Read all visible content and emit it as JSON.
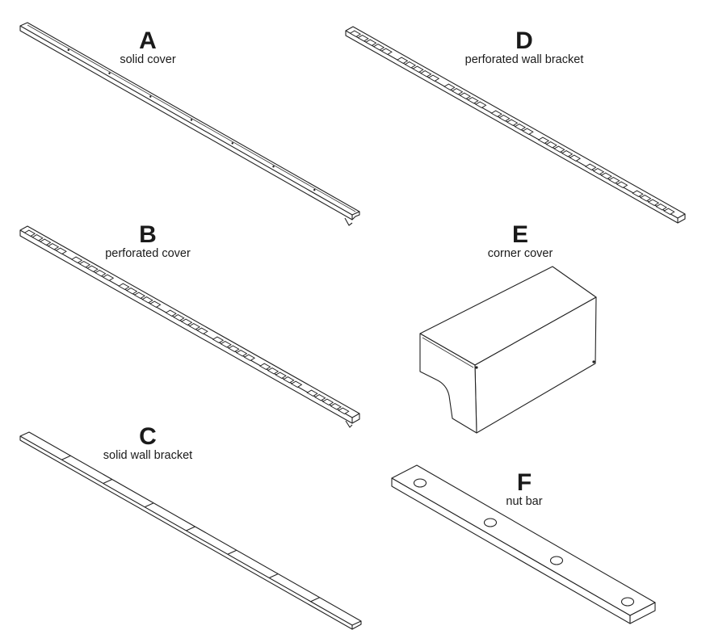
{
  "parts": [
    {
      "id": "A",
      "letter": "A",
      "name": "solid cover"
    },
    {
      "id": "B",
      "letter": "B",
      "name": "perforated cover"
    },
    {
      "id": "C",
      "letter": "C",
      "name": "solid wall bracket"
    },
    {
      "id": "D",
      "letter": "D",
      "name": "perforated wall bracket"
    },
    {
      "id": "E",
      "letter": "E",
      "name": "corner cover"
    },
    {
      "id": "F",
      "letter": "F",
      "name": "nut bar"
    }
  ]
}
